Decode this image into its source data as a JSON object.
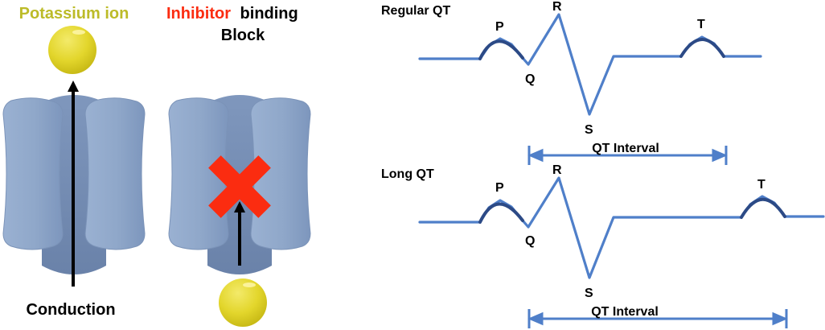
{
  "channel_panel": {
    "potassium_label": "Potassium ion",
    "inhibitor_word": "Inhibitor",
    "binding_word": "binding",
    "block_word": "Block",
    "conduction_label": "Conduction"
  },
  "ecg_panel": {
    "regular": {
      "title": "Regular QT",
      "wave_labels": {
        "p": "P",
        "q": "Q",
        "r": "R",
        "s": "S",
        "t": "T"
      },
      "interval_label": "QT Interval"
    },
    "long": {
      "title": "Long QT",
      "wave_labels": {
        "p": "P",
        "q": "Q",
        "r": "R",
        "s": "S",
        "t": "T"
      },
      "interval_label": "QT Interval"
    }
  },
  "colors": {
    "ion_yellow": "#e3d62c",
    "ion_label_olive": "#bcbb28",
    "inhibitor_red": "#fb2c10",
    "channel_blue": "#8fa7c9",
    "channel_dark": "#6f87ad",
    "ecg_blue": "#4f7fc9",
    "ecg_dark": "#2c4a86"
  }
}
